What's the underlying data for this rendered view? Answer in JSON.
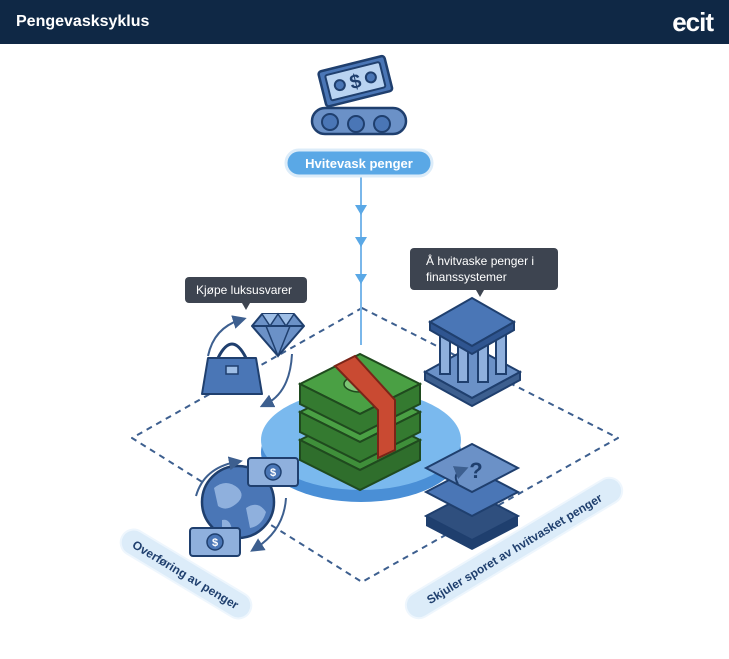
{
  "header": {
    "title": "Pengevasksyklus",
    "logo": "ecit"
  },
  "diagram": {
    "top_label": "Hvitevask penger",
    "bank_tooltip_line1": "Å hvitvaske penger i",
    "bank_tooltip_line2": "finanssystemer",
    "luxury_tooltip": "Kjøpe luksusvarer",
    "transfer_label": "Overføring av penger",
    "hide_label": "Skjuler sporet av hvitvasket penger",
    "icons": [
      "money-conveyor-icon",
      "bank-icon",
      "diamond-icon",
      "handbag-icon",
      "globe-icon",
      "banknote-icon",
      "layers-question-icon",
      "money-stack-icon"
    ],
    "colors": {
      "header_bg": "#0f2845",
      "accent_blue": "#5aa8e6",
      "icon_blue": "#4a76b6",
      "money_green": "#3f8f3a",
      "band_red": "#c94a32",
      "tooltip_bg": "#3d4450"
    }
  }
}
